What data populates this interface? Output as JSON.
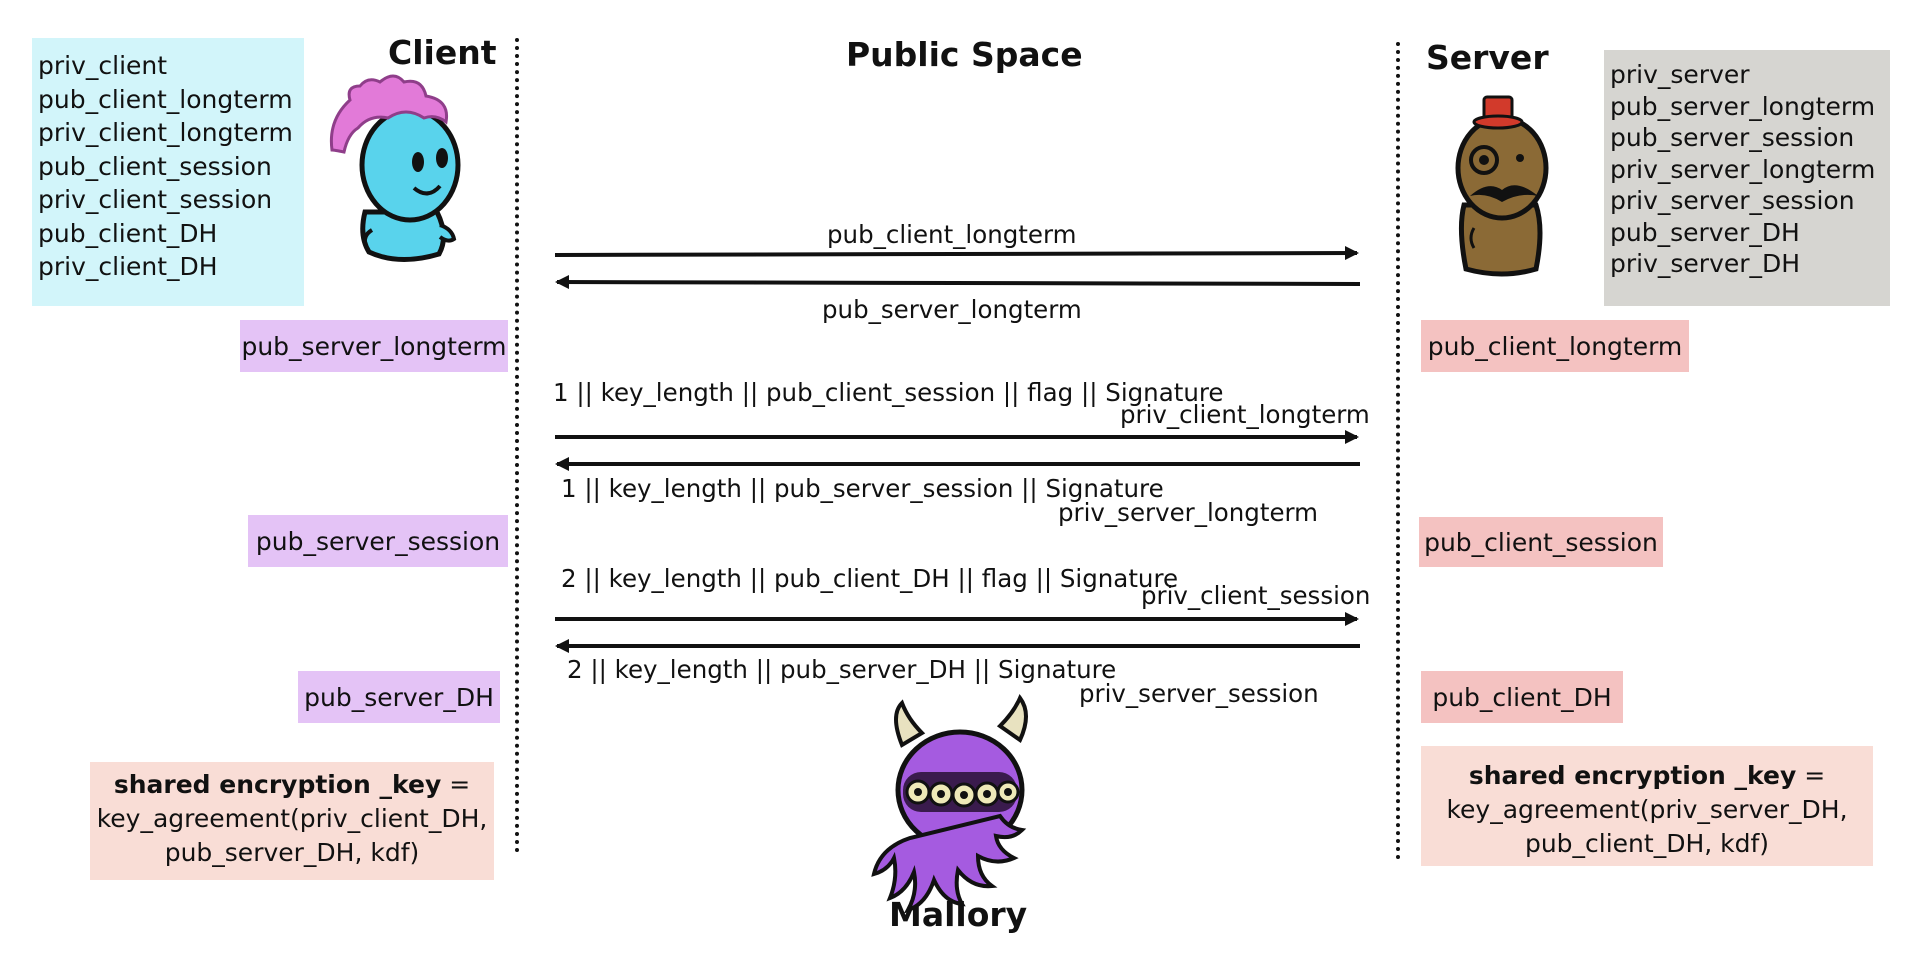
{
  "titles": {
    "client": "Client",
    "public_space": "Public Space",
    "server": "Server",
    "mallory": "Mallory"
  },
  "client_keys": [
    "priv_client",
    "pub_client_longterm",
    "priv_client_longterm",
    "pub_client_session",
    "priv_client_session",
    "pub_client_DH",
    "priv_client_DH"
  ],
  "server_keys": [
    "priv_server",
    "pub_server_longterm",
    "pub_server_session",
    "priv_server_longterm",
    "priv_server_session",
    "pub_server_DH",
    "priv_server_DH"
  ],
  "client_received": [
    "pub_server_longterm",
    "pub_server_session",
    "pub_server_DH"
  ],
  "server_received": [
    "pub_client_longterm",
    "pub_client_session",
    "pub_client_DH"
  ],
  "messages": {
    "m1_top": "pub_client_longterm",
    "m1_bottom": "pub_server_longterm",
    "m2_top": "1 || key_length || pub_client_session || flag || Signature",
    "m2_top_sub": "priv_client_longterm",
    "m2_bottom": "1 || key_length || pub_server_session || Signature",
    "m2_bottom_sub": "priv_server_longterm",
    "m3_top": "2 || key_length || pub_client_DH || flag || Signature",
    "m3_top_sub": "priv_client_session",
    "m3_bottom": "2 || key_length || pub_server_DH || Signature",
    "m3_bottom_sub": "priv_server_session"
  },
  "shared": {
    "client": {
      "bold": "shared encryption _key",
      "eq": " =",
      "line2": "key_agreement(priv_client_DH,",
      "line3": "pub_server_DH, kdf)"
    },
    "server": {
      "bold": "shared encryption _key",
      "eq": " =",
      "line2": "key_agreement(priv_server_DH,",
      "line3": "pub_client_DH, kdf)"
    }
  },
  "colors": {
    "client_box": "#d2f5fa",
    "server_box": "#d6d5d1",
    "purple_tag": "#e4c3f6",
    "red_tag": "#f4c2c1",
    "shared_box": "#f9ddd6"
  },
  "icons": {
    "client_avatar": "client-character-icon",
    "server_avatar": "server-character-icon",
    "mallory_avatar": "mallory-monster-icon"
  }
}
